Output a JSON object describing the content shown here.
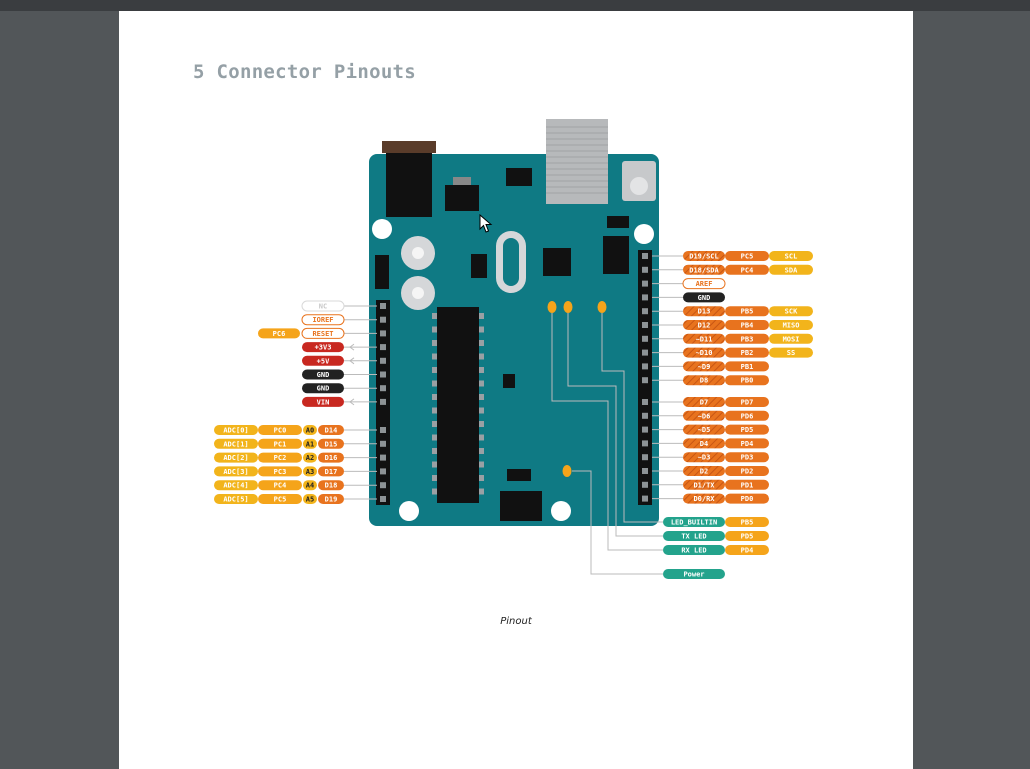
{
  "section": {
    "heading": "5 Connector Pinouts"
  },
  "figure": {
    "caption": "Pinout"
  },
  "colors": {
    "board": "#0f7a84",
    "board_dark": "#0b6770",
    "nc": "#ffffff",
    "orange": "#e8731e",
    "orange_hatch": "#d4621a",
    "yellow": "#f2b41b",
    "amber": "#f5a41a",
    "red": "#c82820",
    "black": "#222222",
    "teal_label": "#23a38c",
    "leader": "#bbbbbb"
  },
  "icons": {
    "cursor": "mouse-pointer-icon",
    "arrow": "chevron-left-icon"
  },
  "left_power_pins": [
    {
      "label": "NC",
      "style": "nc",
      "extra": ""
    },
    {
      "label": "IOREF",
      "style": "outline",
      "extra": ""
    },
    {
      "label": "RESET",
      "style": "outline",
      "extra": "PC6"
    },
    {
      "label": "+3V3",
      "style": "red",
      "extra": ""
    },
    {
      "label": "+5V",
      "style": "red",
      "extra": ""
    },
    {
      "label": "GND",
      "style": "black",
      "extra": ""
    },
    {
      "label": "GND",
      "style": "black",
      "extra": ""
    },
    {
      "label": "VIN",
      "style": "red",
      "extra": ""
    }
  ],
  "left_analog_pins": [
    {
      "adc": "ADC[0]",
      "port": "PC0",
      "a": "A0",
      "d": "D14"
    },
    {
      "adc": "ADC[1]",
      "port": "PC1",
      "a": "A1",
      "d": "D15"
    },
    {
      "adc": "ADC[2]",
      "port": "PC2",
      "a": "A2",
      "d": "D16"
    },
    {
      "adc": "ADC[3]",
      "port": "PC3",
      "a": "A3",
      "d": "D17"
    },
    {
      "adc": "ADC[4]",
      "port": "PC4",
      "a": "A4",
      "d": "D18"
    },
    {
      "adc": "ADC[5]",
      "port": "PC5",
      "a": "A5",
      "d": "D19"
    }
  ],
  "right_top_pins": [
    {
      "pin": "D19/SCL",
      "port": "PC5",
      "func": "SCL",
      "style": "hatch"
    },
    {
      "pin": "D18/SDA",
      "port": "PC4",
      "func": "SDA",
      "style": "hatch"
    },
    {
      "pin": "AREF",
      "port": "",
      "func": "",
      "style": "outline"
    },
    {
      "pin": "GND",
      "port": "",
      "func": "",
      "style": "black"
    },
    {
      "pin": "D13",
      "port": "PB5",
      "func": "SCK",
      "style": "hatch"
    },
    {
      "pin": "D12",
      "port": "PB4",
      "func": "MISO",
      "style": "hatch"
    },
    {
      "pin": "~D11",
      "port": "PB3",
      "func": "MOSI",
      "style": "hatch"
    },
    {
      "pin": "~D10",
      "port": "PB2",
      "func": "SS",
      "style": "hatch"
    },
    {
      "pin": "~D9",
      "port": "PB1",
      "func": "",
      "style": "hatch"
    },
    {
      "pin": "D8",
      "port": "PB0",
      "func": "",
      "style": "hatch"
    }
  ],
  "right_bottom_pins": [
    {
      "pin": "D7",
      "port": "PD7"
    },
    {
      "pin": "~D6",
      "port": "PD6"
    },
    {
      "pin": "~D5",
      "port": "PD5"
    },
    {
      "pin": "D4",
      "port": "PD4"
    },
    {
      "pin": "~D3",
      "port": "PD3"
    },
    {
      "pin": "D2",
      "port": "PD2"
    },
    {
      "pin": "D1/TX",
      "port": "PD1"
    },
    {
      "pin": "D0/RX",
      "port": "PD0"
    }
  ],
  "led_labels": [
    {
      "label": "LED_BUILTIN",
      "port": "PB5"
    },
    {
      "label": "TX LED",
      "port": "PD5"
    },
    {
      "label": "RX LED",
      "port": "PD4"
    },
    {
      "label": "Power",
      "port": ""
    }
  ]
}
